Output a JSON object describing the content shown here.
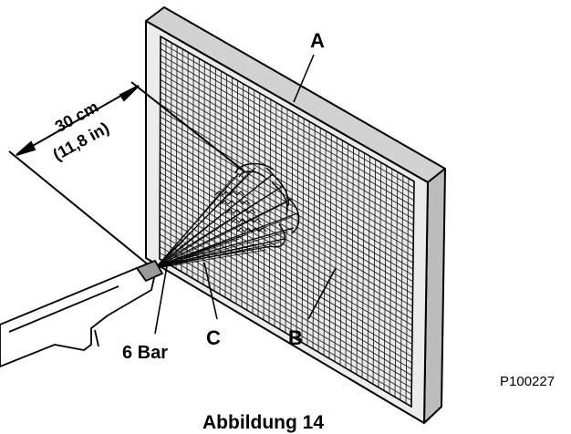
{
  "labels": {
    "a": "A",
    "b": "B",
    "c": "C",
    "pressure": "6 Bar",
    "distance_cm": "30 cm",
    "distance_in": "(11,8 in)"
  },
  "figure_code": "P100227",
  "caption": "Abbildung 14",
  "colors": {
    "ink": "#000000",
    "frame": "#e6e6e6",
    "background": "#ffffff"
  }
}
